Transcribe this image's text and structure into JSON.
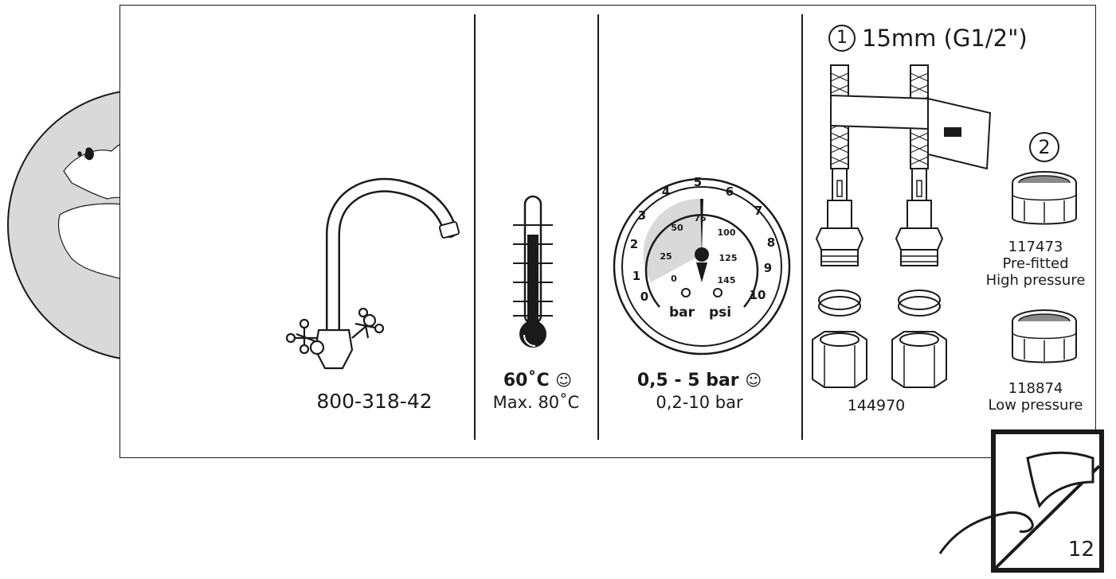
{
  "faucet": {
    "article_number": "800-318-42"
  },
  "temperature": {
    "recommended": "60˚C",
    "max": "Max. 80˚C",
    "smile_icon": "smile-icon"
  },
  "pressure": {
    "recommended": "0,5 - 5 bar",
    "range": "0,2-10 bar",
    "gauge": {
      "bar_ticks": [
        "0",
        "1",
        "2",
        "3",
        "4",
        "5",
        "6",
        "7",
        "8",
        "9",
        "10"
      ],
      "psi_ticks": [
        "0",
        "25",
        "50",
        "75",
        "100",
        "125",
        "145"
      ],
      "unit_bar": "bar",
      "unit_psi": "psi"
    }
  },
  "hoses": {
    "marker": "1",
    "size": "15mm (G1/2\")",
    "article_number": "144970"
  },
  "aerators": {
    "marker": "2",
    "high": {
      "article_number": "117473",
      "line1": "Pre-fitted",
      "line2": "High pressure"
    },
    "low": {
      "article_number": "118874",
      "line1": "Low pressure"
    }
  },
  "page": {
    "number": "12"
  }
}
